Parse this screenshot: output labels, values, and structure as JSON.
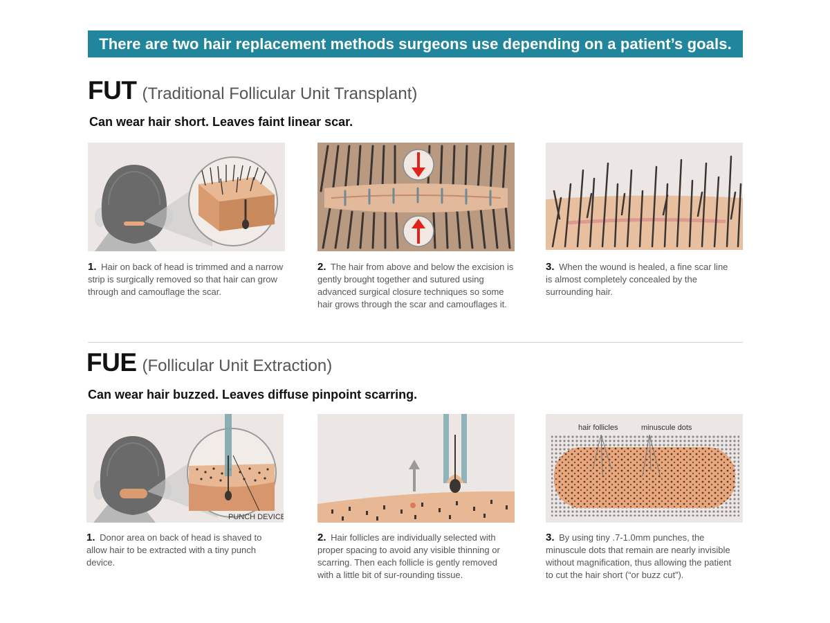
{
  "banner": "There are two hair replacement methods surgeons use depending on a patient’s goals.",
  "fut": {
    "abbr": "FUT",
    "full": "(Traditional Follicular Unit Transplant)",
    "tagline": "Can wear hair short. Leaves faint linear scar.",
    "steps": [
      {
        "num": "1.",
        "text": "Hair on back of head  is trimmed and a narrow strip is surgically removed so that hair can grow through and camouflage the scar."
      },
      {
        "num": "2.",
        "text": "The hair from above and below the excision is gently brought together and sutured using advanced surgical closure techniques so some hair grows through the scar and camouflages it."
      },
      {
        "num": "3.",
        "text": "When the wound is healed, a fine scar line is almost completely concealed by the surrounding hair."
      }
    ]
  },
  "fue": {
    "abbr": "FUE",
    "full": "(Follicular Unit Extraction)",
    "tagline": "Can wear hair buzzed. Leaves diffuse pinpoint scarring.",
    "steps": [
      {
        "num": "1.",
        "text": "Donor area on back of head is shaved to allow hair to be extracted with a tiny punch device."
      },
      {
        "num": "2.",
        "text": "Hair follicles are individually selected with proper spacing to avoid any visible thinning or scarring. Then each follicle is gently removed with a little bit of sur-rounding tissue."
      },
      {
        "num": "3.",
        "text": "By using tiny .7-1.0mm punches, the minuscule dots that remain are nearly invisible without magnification, thus allowing the patient to cut the hair short (“or buzz cut”)."
      }
    ],
    "labels": {
      "punch_device": "PUNCH DEVICE",
      "hair_follicles": "hair follicles",
      "minuscule_dots": "minuscule dots"
    }
  },
  "colors": {
    "banner": "#21869b",
    "skin": "#e8b894",
    "hair": "#3b3431",
    "arrow": "#e2231a",
    "panel_bg": "#ece7e4"
  }
}
